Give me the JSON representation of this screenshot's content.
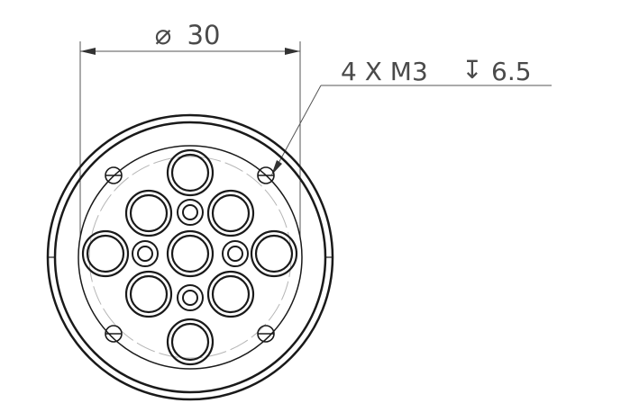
{
  "diameter_dimension": {
    "symbol": "⌀",
    "value": "30"
  },
  "hole_callout": {
    "count_text": "4 X M3",
    "depth_symbol": "↧",
    "depth_value": "6.5"
  },
  "colors": {
    "line": "#1a1a1a",
    "dimension": "#555555",
    "text": "#4a4a4a",
    "center_circle": "#b5b5b5"
  }
}
